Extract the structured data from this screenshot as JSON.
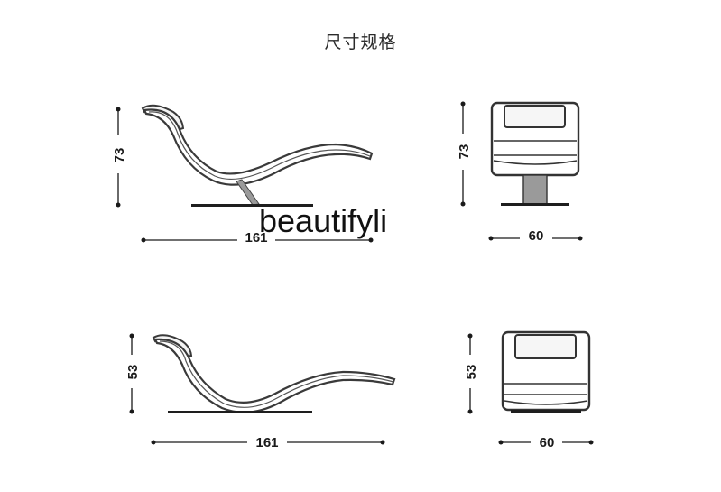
{
  "title": "尺寸规格",
  "watermark": "beautifyli",
  "views": {
    "high_side": {
      "height": "73",
      "length": "161"
    },
    "high_front": {
      "height": "73",
      "width": "60"
    },
    "low_side": {
      "height": "53",
      "length": "161"
    },
    "low_front": {
      "height": "53",
      "width": "60"
    }
  }
}
